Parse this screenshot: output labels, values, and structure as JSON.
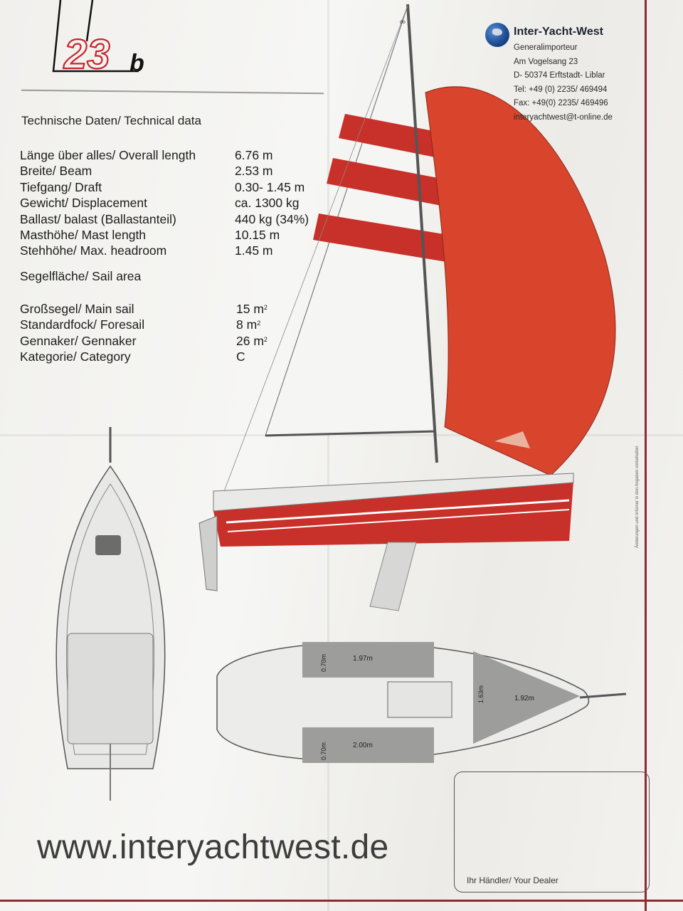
{
  "logo": {
    "text": "23",
    "suffix": "b",
    "accent": "#c8252c"
  },
  "technical": {
    "title": "Technische Daten/ Technical data",
    "rows": [
      {
        "label": "Länge über alles/ Overall length",
        "value": "6.76 m"
      },
      {
        "label": "Breite/ Beam",
        "value": "2.53 m"
      },
      {
        "label": "Tiefgang/ Draft",
        "value": "0.30- 1.45 m"
      },
      {
        "label": "Gewicht/ Displacement",
        "value": "ca. 1300 kg"
      },
      {
        "label": "Ballast/ balast (Ballastanteil)",
        "value": "440 kg (34%)"
      },
      {
        "label": "Masthöhe/ Mast length",
        "value": "10.15 m"
      },
      {
        "label": "Stehhöhe/ Max. headroom",
        "value": "1.45 m"
      }
    ]
  },
  "sail_area": {
    "title": "Segelfläche/ Sail area",
    "rows": [
      {
        "label": "Großsegel/ Main sail",
        "value": "15 m",
        "sup": "2"
      },
      {
        "label": "Standardfock/ Foresail",
        "value": "8 m",
        "sup": "2"
      },
      {
        "label": "Gennaker/ Gennaker",
        "value": "26 m",
        "sup": "2"
      },
      {
        "label": "Kategorie/ Category",
        "value": "C",
        "sup": ""
      }
    ]
  },
  "importer": {
    "name": "Inter-Yacht-West",
    "role": "Generalimporteur",
    "street": "Am Vogelsang 23",
    "city": "D- 50374 Erftstadt- Liblar",
    "tel": "Tel:  +49 (0) 2235/ 469494",
    "fax": "Fax:  +49(0) 2235/ 469496",
    "email": "interyachtwest@t-online.de"
  },
  "plan": {
    "mast_label": "do",
    "dim_berth_top_length": "1.97m",
    "dim_berth_top_width": "0.70m",
    "dim_berth_bottom_length": "2.00m",
    "dim_berth_bottom_width": "0.70m",
    "dim_vberth_length": "1.92m",
    "dim_vberth_width": "1.63m"
  },
  "side_note": "Änderungen und Irrtümer in den Angaben vorbehalten",
  "website": "www.interyachtwest.de",
  "dealer_label": "Ihr Händler/ Your Dealer",
  "colors": {
    "hull_red": "#c8302a",
    "gennaker": "#d8442c",
    "frame": "#8e2a34"
  }
}
